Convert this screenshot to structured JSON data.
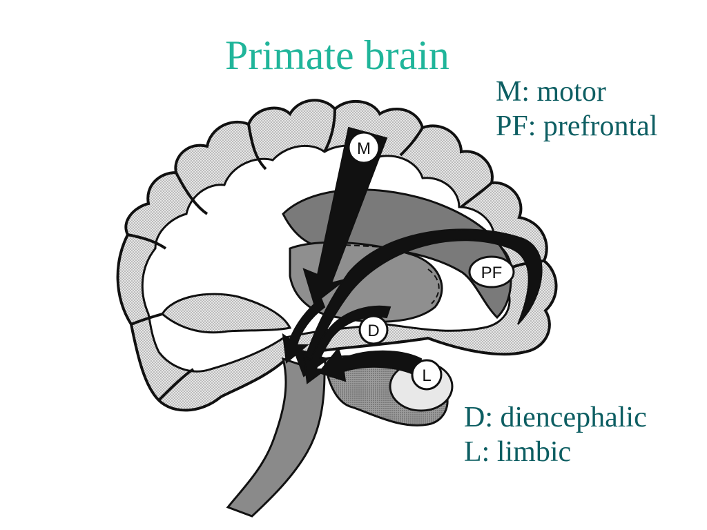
{
  "slide": {
    "title": "Primate brain"
  },
  "legend": {
    "top": [
      "M: motor",
      "PF: prefrontal"
    ],
    "bottom": [
      "D: diencephalic",
      "L: limbic"
    ]
  },
  "diagram": {
    "labels": {
      "motor": "M",
      "prefrontal": "PF",
      "diencephalic": "D",
      "limbic": "L"
    }
  },
  "colors": {
    "title": "#20b59a",
    "legend_text": "#0d5e62"
  }
}
